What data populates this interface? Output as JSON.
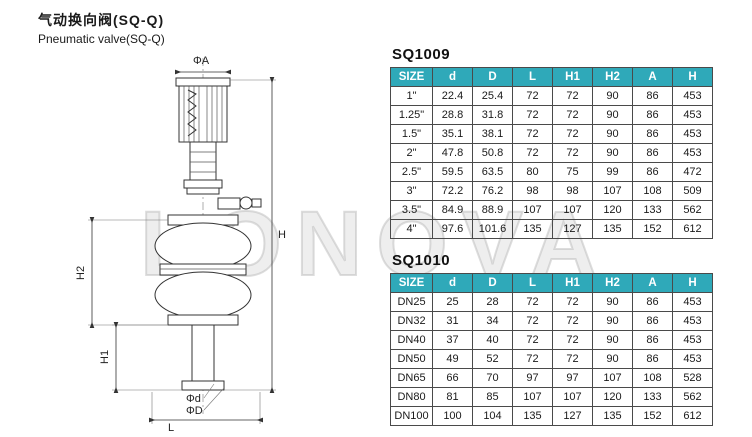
{
  "page": {
    "title_zh": "气动换向阀(SQ-Q)",
    "title_en": "Pneumatic valve(SQ-Q)"
  },
  "watermark": "LONOVA",
  "colors": {
    "header_bg": "#2fa9b9",
    "header_text": "#ffffff",
    "border": "#4a4a4a"
  },
  "drawing": {
    "labels": {
      "phiA": "ΦA",
      "H": "H",
      "H2": "H2",
      "H1": "H1",
      "phid": "Φd",
      "phiD": "ΦD",
      "L": "L"
    }
  },
  "tables": [
    {
      "name": "SQ1009",
      "headers": [
        "SIZE",
        "d",
        "D",
        "L",
        "H1",
        "H2",
        "A",
        "H"
      ],
      "rows": [
        [
          "1\"",
          "22.4",
          "25.4",
          "72",
          "72",
          "90",
          "86",
          "453"
        ],
        [
          "1.25\"",
          "28.8",
          "31.8",
          "72",
          "72",
          "90",
          "86",
          "453"
        ],
        [
          "1.5\"",
          "35.1",
          "38.1",
          "72",
          "72",
          "90",
          "86",
          "453"
        ],
        [
          "2\"",
          "47.8",
          "50.8",
          "72",
          "72",
          "90",
          "86",
          "453"
        ],
        [
          "2.5\"",
          "59.5",
          "63.5",
          "80",
          "75",
          "99",
          "86",
          "472"
        ],
        [
          "3\"",
          "72.2",
          "76.2",
          "98",
          "98",
          "107",
          "108",
          "509"
        ],
        [
          "3.5\"",
          "84.9",
          "88.9",
          "107",
          "107",
          "120",
          "133",
          "562"
        ],
        [
          "4\"",
          "97.6",
          "101.6",
          "135",
          "127",
          "135",
          "152",
          "612"
        ]
      ]
    },
    {
      "name": "SQ1010",
      "headers": [
        "SIZE",
        "d",
        "D",
        "L",
        "H1",
        "H2",
        "A",
        "H"
      ],
      "rows": [
        [
          "DN25",
          "25",
          "28",
          "72",
          "72",
          "90",
          "86",
          "453"
        ],
        [
          "DN32",
          "31",
          "34",
          "72",
          "72",
          "90",
          "86",
          "453"
        ],
        [
          "DN40",
          "37",
          "40",
          "72",
          "72",
          "90",
          "86",
          "453"
        ],
        [
          "DN50",
          "49",
          "52",
          "72",
          "72",
          "90",
          "86",
          "453"
        ],
        [
          "DN65",
          "66",
          "70",
          "97",
          "97",
          "107",
          "108",
          "528"
        ],
        [
          "DN80",
          "81",
          "85",
          "107",
          "107",
          "120",
          "133",
          "562"
        ],
        [
          "DN100",
          "100",
          "104",
          "135",
          "127",
          "135",
          "152",
          "612"
        ]
      ]
    }
  ]
}
